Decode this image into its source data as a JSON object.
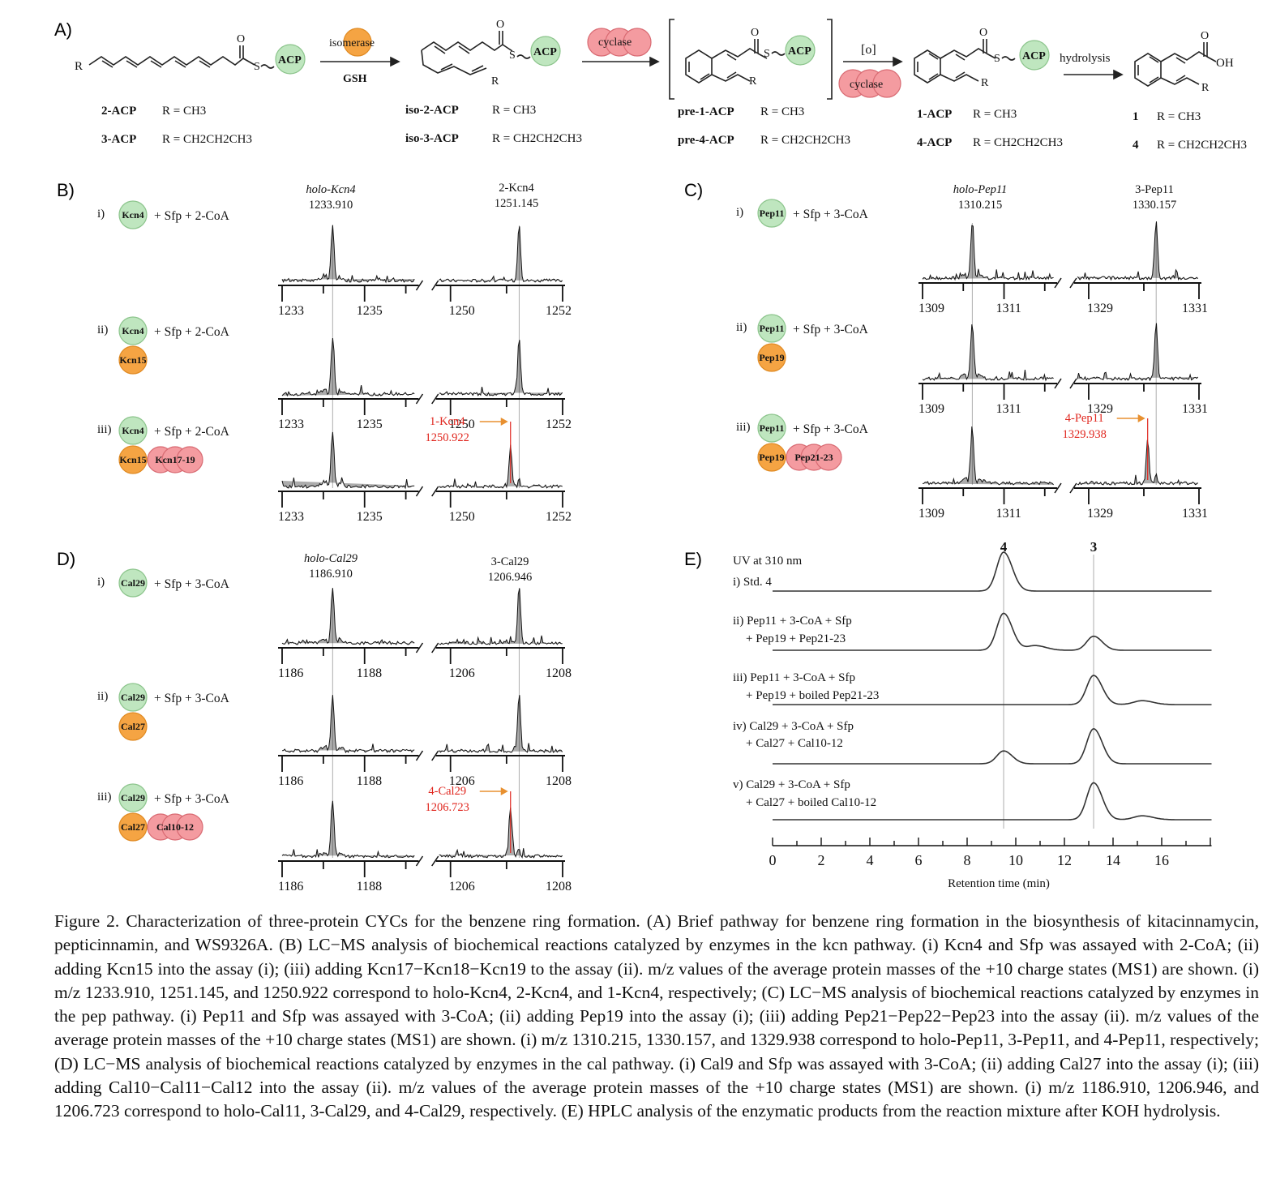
{
  "panel_labels": {
    "A": "A)",
    "B": "B)",
    "C": "C)",
    "D": "D)",
    "E": "E)"
  },
  "panel_a": {
    "acp": "ACP",
    "isomerase": "isomerase",
    "gsh": "GSH",
    "cyclase": "cyclase",
    "oxidation": "[o]",
    "hydrolysis": "hydrolysis",
    "r": "R",
    "s": "S",
    "o": "O",
    "oh": "OH",
    "compounds": [
      {
        "name": "2-ACP",
        "r": "R = CH3"
      },
      {
        "name": "3-ACP",
        "r": "R = CH2CH2CH3"
      },
      {
        "name": "iso-2-ACP",
        "r": "R = CH3"
      },
      {
        "name": "iso-3-ACP",
        "r": "R = CH2CH2CH3"
      },
      {
        "name": "pre-1-ACP",
        "r": "R = CH3"
      },
      {
        "name": "pre-4-ACP",
        "r": "R = CH2CH2CH3"
      },
      {
        "name": "1-ACP",
        "r": "R = CH3"
      },
      {
        "name": "4-ACP",
        "r": "R = CH2CH2CH3"
      },
      {
        "name": "1",
        "r": "R = CH3"
      },
      {
        "name": "4",
        "r": "R = CH2CH2CH3"
      }
    ]
  },
  "ms_panels": [
    {
      "id": "B",
      "peak_labels": [
        {
          "name": "holo-Kcn4",
          "mz": "1233.910"
        },
        {
          "name": "2-Kcn4",
          "mz": "1251.145"
        }
      ],
      "product_label": {
        "name": "1-Kcn4",
        "mz": "1250.922"
      },
      "axis_ticks": [
        "1233",
        "1235",
        "1250",
        "1252"
      ],
      "rows": [
        {
          "roman": "i)",
          "proteins": [
            "Kcn4"
          ],
          "reagents": "+ Sfp + 2-CoA"
        },
        {
          "roman": "ii)",
          "proteins": [
            "Kcn4",
            "Kcn15"
          ],
          "reagents": "+ Sfp + 2-CoA"
        },
        {
          "roman": "iii)",
          "proteins": [
            "Kcn4",
            "Kcn15",
            "Kcn17-19"
          ],
          "reagents": "+ Sfp + 2-CoA"
        }
      ]
    },
    {
      "id": "C",
      "peak_labels": [
        {
          "name": "holo-Pep11",
          "mz": "1310.215"
        },
        {
          "name": "3-Pep11",
          "mz": "1330.157"
        }
      ],
      "product_label": {
        "name": "4-Pep11",
        "mz": "1329.938"
      },
      "axis_ticks": [
        "1309",
        "1311",
        "1329",
        "1331"
      ],
      "rows": [
        {
          "roman": "i)",
          "proteins": [
            "Pep11"
          ],
          "reagents": "+ Sfp + 3-CoA"
        },
        {
          "roman": "ii)",
          "proteins": [
            "Pep11",
            "Pep19"
          ],
          "reagents": "+ Sfp + 3-CoA"
        },
        {
          "roman": "iii)",
          "proteins": [
            "Pep11",
            "Pep19",
            "Pep21-23"
          ],
          "reagents": "+ Sfp + 3-CoA"
        }
      ]
    },
    {
      "id": "D",
      "peak_labels": [
        {
          "name": "holo-Cal29",
          "mz": "1186.910"
        },
        {
          "name": "3-Cal29",
          "mz": "1206.946"
        }
      ],
      "product_label": {
        "name": "4-Cal29",
        "mz": "1206.723"
      },
      "axis_ticks": [
        "1186",
        "1188",
        "1206",
        "1208"
      ],
      "rows": [
        {
          "roman": "i)",
          "proteins": [
            "Cal29"
          ],
          "reagents": "+ Sfp + 3-CoA"
        },
        {
          "roman": "ii)",
          "proteins": [
            "Cal29",
            "Cal27"
          ],
          "reagents": "+ Sfp + 3-CoA"
        },
        {
          "roman": "iii)",
          "proteins": [
            "Cal29",
            "Cal27",
            "Cal10-12"
          ],
          "reagents": "+ Sfp + 3-CoA"
        }
      ]
    }
  ],
  "hplc": {
    "title": "UV at 310 nm",
    "xlabel": "Retention time (min)",
    "peak_markers": [
      "4",
      "3"
    ],
    "x_ticks": [
      "0",
      "2",
      "4",
      "6",
      "8",
      "10",
      "12",
      "14",
      "16"
    ],
    "traces": [
      {
        "line1": "i) Std. 4",
        "line2": ""
      },
      {
        "line1": "ii) Pep11 + 3-CoA + Sfp",
        "line2": "+ Pep19 + Pep21-23"
      },
      {
        "line1": "iii) Pep11 + 3-CoA + Sfp",
        "line2": "+ Pep19 + boiled Pep21-23"
      },
      {
        "line1": "iv) Cal29 + 3-CoA + Sfp",
        "line2": "+ Cal27 + Cal10-12"
      },
      {
        "line1": "v) Cal29 + 3-CoA + Sfp",
        "line2": "+ Cal27 + boiled Cal10-12"
      }
    ]
  },
  "chart_data": {
    "type": "line",
    "title": "UV at 310 nm",
    "xlabel": "Retention time (min)",
    "ylabel": "",
    "xlim": [
      0,
      18
    ],
    "x_ticks": [
      0,
      2,
      4,
      6,
      8,
      10,
      12,
      14,
      16
    ],
    "grid": false,
    "series": [
      {
        "name": "i) Std. 4",
        "peaks": [
          {
            "x": 9.5,
            "height": 1.0
          }
        ]
      },
      {
        "name": "ii) Pep11 + 3-CoA + Sfp + Pep19 + Pep21-23",
        "peaks": [
          {
            "x": 9.5,
            "height": 0.95
          },
          {
            "x": 10.8,
            "height": 0.12
          },
          {
            "x": 13.2,
            "height": 0.36
          }
        ]
      },
      {
        "name": "iii) Pep11 + 3-CoA + Sfp + Pep19 + boiled Pep21-23",
        "peaks": [
          {
            "x": 13.2,
            "height": 0.75
          },
          {
            "x": 15.2,
            "height": 0.1
          }
        ]
      },
      {
        "name": "iv) Cal29 + 3-CoA + Sfp + Cal27 + Cal10-12",
        "peaks": [
          {
            "x": 9.5,
            "height": 0.33
          },
          {
            "x": 13.2,
            "height": 0.9
          }
        ]
      },
      {
        "name": "v) Cal29 + 3-CoA + Sfp + Cal27 + boiled Cal10-12",
        "peaks": [
          {
            "x": 13.2,
            "height": 0.95
          },
          {
            "x": 15.2,
            "height": 0.1
          }
        ]
      }
    ]
  },
  "caption": {
    "label": "Figure 2.",
    "text": "Characterization of three-protein CYCs for the benzene ring formation. (A) Brief pathway for benzene ring formation in the biosynthesis of kitacinnamycin, pepticinnamin, and WS9326A. (B) LC−MS analysis of biochemical reactions catalyzed by enzymes in the kcn pathway. (i) Kcn4 and Sfp was assayed with 2-CoA; (ii) adding Kcn15 into the assay (i); (iii) adding Kcn17−Kcn18−Kcn19 to the assay (ii). m/z values of the average protein masses of the +10 charge states (MS1) are shown. (i) m/z 1233.910, 1251.145, and 1250.922 correspond to holo-Kcn4, 2-Kcn4, and 1-Kcn4, respectively; (C) LC−MS analysis of biochemical reactions catalyzed by enzymes in the pep pathway. (i) Pep11 and Sfp was assayed with 3-CoA; (ii) adding Pep19 into the assay (i); (iii) adding Pep21−Pep22−Pep23 into the assay (ii). m/z values of the average protein masses of the +10 charge states (MS1) are shown. (i) m/z 1310.215, 1330.157, and 1329.938 correspond to holo-Pep11, 3-Pep11, and 4-Pep11, respectively; (D) LC−MS analysis of biochemical reactions catalyzed by enzymes in the cal pathway. (i) Cal9 and Sfp was assayed with 3-CoA; (ii) adding Cal27 into the assay (i); (iii) adding Cal10−Cal11−Cal12 into the assay (ii). m/z values of the average protein masses of the +10 charge states (MS1) are shown. (i) m/z 1186.910, 1206.946, and 1206.723 correspond to holo-Cal11, 3-Cal29, and 4-Cal29, respectively. (E) HPLC analysis of the enzymatic products from the reaction mixture after KOH hydrolysis."
  }
}
